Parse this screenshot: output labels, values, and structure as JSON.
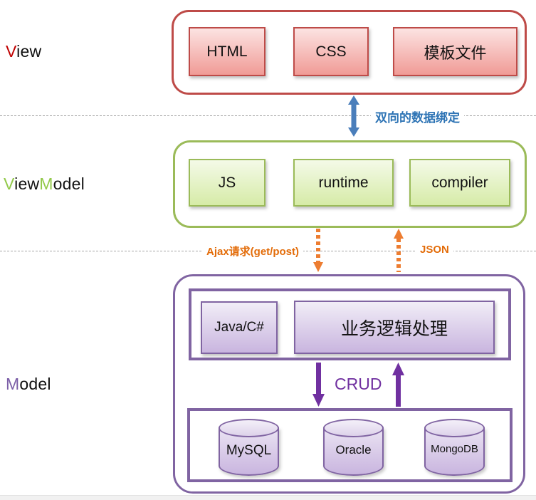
{
  "labels": {
    "view": {
      "first": "V",
      "rest": "iew"
    },
    "viewmodel": {
      "p1": "V",
      "p2": "iew",
      "p3": "M",
      "p4": "odel"
    },
    "model": {
      "first": "M",
      "rest": "odel"
    }
  },
  "view_group": {
    "items": [
      "HTML",
      "CSS",
      "模板文件"
    ]
  },
  "viewmodel_group": {
    "items": [
      "JS",
      "runtime",
      "compiler"
    ]
  },
  "model_group": {
    "logic_items": [
      "Java/C#",
      "业务逻辑处理"
    ],
    "crud_label": "CRUD",
    "databases": [
      "MySQL",
      "Oracle",
      "MongoDB"
    ]
  },
  "connectors": {
    "two_way_binding": "双向的数据绑定",
    "ajax": "Ajax请求(get/post)",
    "json": "JSON"
  },
  "colors": {
    "view_border": "#BE4B48",
    "viewmodel_border": "#9BBB59",
    "model_border": "#8064A2",
    "binding_arrow_blue": "#4A7EBB",
    "binding_text_blue": "#2E74B5",
    "ajax_orange": "#E36C09",
    "crud_purple": "#7030A0",
    "view_letter_red": "#C00000",
    "viewmodel_letter_green": "#92C94A",
    "model_letter_purple": "#7B5EA7"
  }
}
